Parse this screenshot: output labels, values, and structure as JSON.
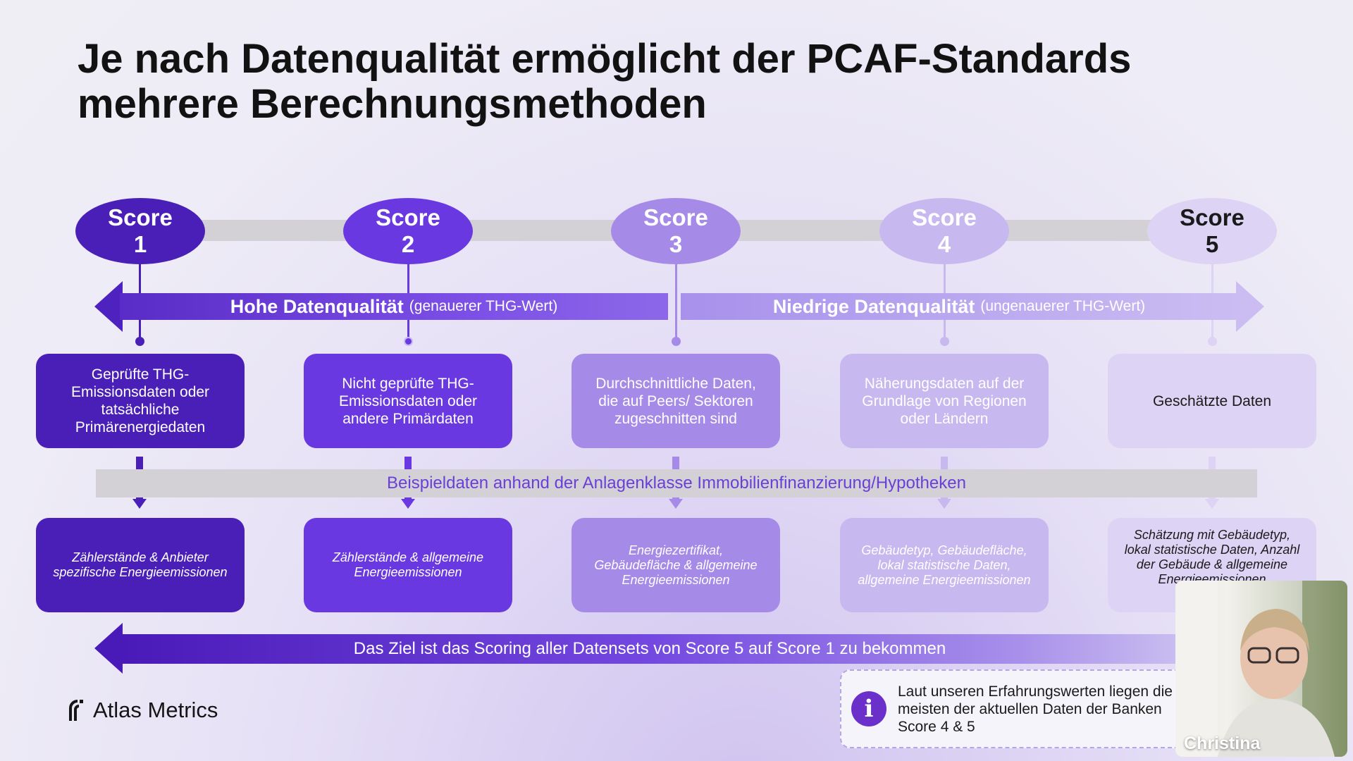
{
  "title": {
    "line1": "Je nach Datenqualität ermöglicht der PCAF-Standards",
    "line2": "mehrere Berechnungsmethoden"
  },
  "scores": [
    {
      "label": "Score",
      "num": "1"
    },
    {
      "label": "Score",
      "num": "2"
    },
    {
      "label": "Score",
      "num": "3"
    },
    {
      "label": "Score",
      "num": "4"
    },
    {
      "label": "Score",
      "num": "5"
    }
  ],
  "quality": {
    "high_strong": "Hohe Datenqualität",
    "high_sub": "(genauerer THG-Wert)",
    "low_strong": "Niedrige Datenqualität",
    "low_sub": "(ungenauerer THG-Wert)"
  },
  "data_types": [
    "Geprüfte THG-Emissionsdaten oder tatsächliche Primärenergiedaten",
    "Nicht geprüfte THG-Emissionsdaten oder andere Primärdaten",
    "Durchschnittliche Daten, die auf Peers/ Sektoren zugeschnitten sind",
    "Näherungsdaten auf der Grundlage von Regionen oder Ländern",
    "Geschätzte Daten"
  ],
  "example_band": "Beispieldaten anhand der Anlagenklasse Immobilienfinanzierung/Hypotheken",
  "examples": [
    "Zählerstände & Anbieter spezifische Energieemissionen",
    "Zählerstände & allgemeine Energieemissionen",
    "Energiezertifikat, Gebäudefläche & allgemeine Energieemissionen",
    "Gebäudetyp, Gebäudefläche, lokal statistische Daten, allgemeine Energieemissionen",
    "Schätzung mit Gebäudetyp, lokal statistische Daten, Anzahl der Gebäude & allgemeine Energieemissionen"
  ],
  "goal": "Das Ziel ist das Scoring aller Datensets von Score 5 auf Score 1 zu bekommen",
  "logo": "Atlas Metrics",
  "info": {
    "icon": "i",
    "line1": "Laut unseren Erfahrungswerten liegen die",
    "line2": "meisten der aktuellen Daten der Banken",
    "line3": "Score 4 & 5"
  },
  "video": {
    "name": "Christina"
  },
  "colors": {
    "score1": "#4a1fb8",
    "score2": "#6a38e0",
    "score3": "#a58ae8",
    "score4": "#c7b8ef",
    "score5": "#ddd3f4",
    "accent_text": "#6a3fd8"
  }
}
